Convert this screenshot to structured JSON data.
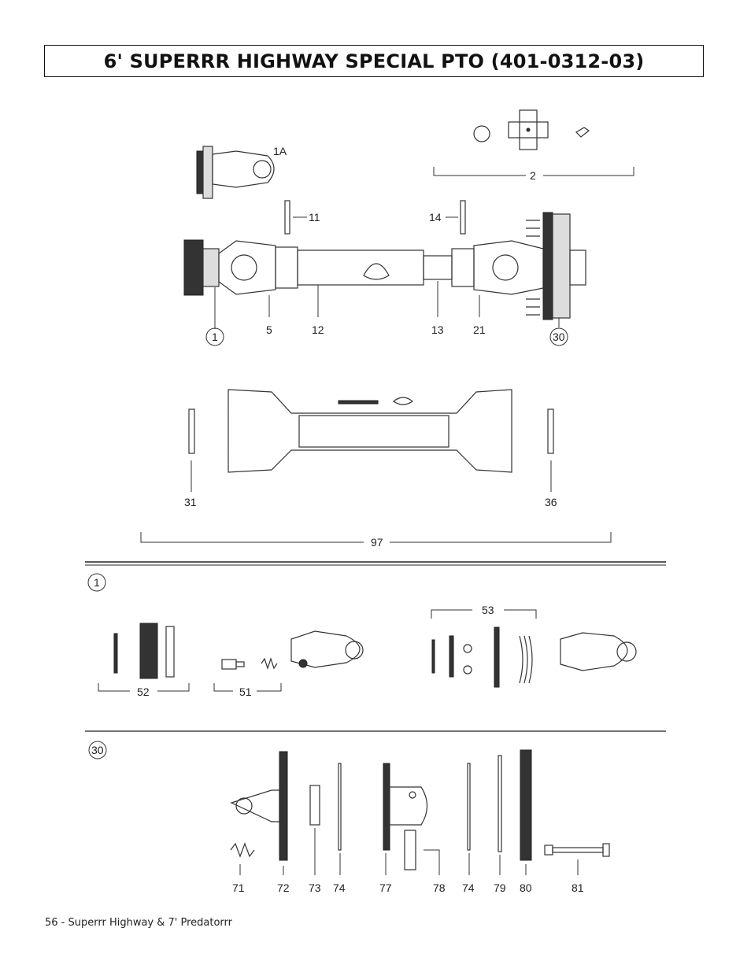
{
  "title": "6' SUPERRR HIGHWAY SPECIAL PTO (401-0312-03)",
  "footer": "56 - Superrr Highway & 7' Predatorrr",
  "labels": {
    "p1A": "1A",
    "p2": "2",
    "p11": "11",
    "p14": "14",
    "p1": "1",
    "p5": "5",
    "p12": "12",
    "p13": "13",
    "p21": "21",
    "p30": "30",
    "p31": "31",
    "p36": "36",
    "p97": "97",
    "sec1": "1",
    "p53": "53",
    "p52": "52",
    "p51": "51",
    "sec30": "30",
    "p71": "71",
    "p72": "72",
    "p73": "73",
    "p74a": "74",
    "p77": "77",
    "p78": "78",
    "p74b": "74",
    "p79": "79",
    "p80": "80",
    "p81": "81"
  }
}
